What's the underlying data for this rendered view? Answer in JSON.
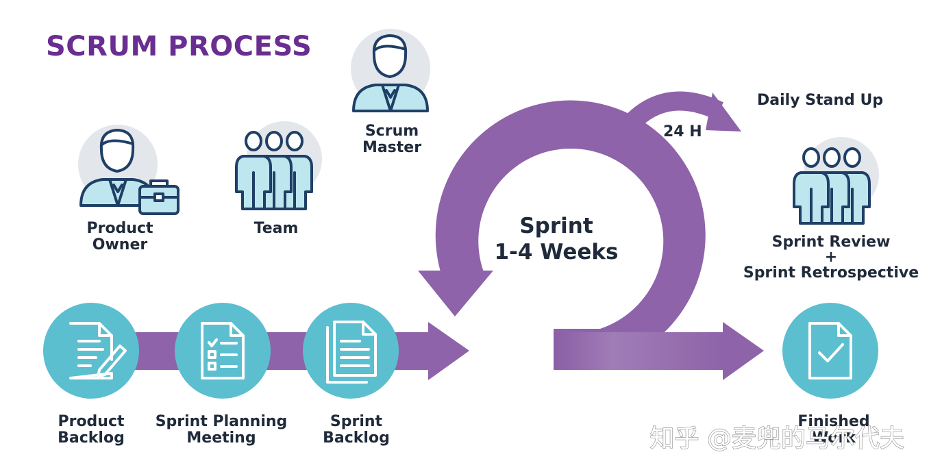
{
  "title": "SCRUM PROCESS",
  "roles": {
    "product_owner": [
      "Product",
      "Owner"
    ],
    "team": "Team",
    "scrum_master": [
      "Scrum",
      "Master"
    ]
  },
  "sprint": {
    "line1": "Sprint",
    "line2": "1-4 Weeks"
  },
  "daily": {
    "label": "Daily Stand Up",
    "interval": "24 H"
  },
  "review": {
    "line1": "Sprint Review",
    "line2": "+",
    "line3": "Sprint Retrospective"
  },
  "steps": {
    "product_backlog": [
      "Product",
      "Backlog"
    ],
    "sprint_planning": [
      "Sprint Planning",
      "Meeting"
    ],
    "sprint_backlog": [
      "Sprint",
      "Backlog"
    ],
    "finished_work": [
      "Finished",
      "Work"
    ]
  },
  "watermark": "知乎 @麦兜的马尔代夫",
  "colors": {
    "purple": "#8e63a9",
    "teal": "#5bbfd0",
    "grey_circle": "#e3e6ea",
    "title": "#6a2d91"
  }
}
